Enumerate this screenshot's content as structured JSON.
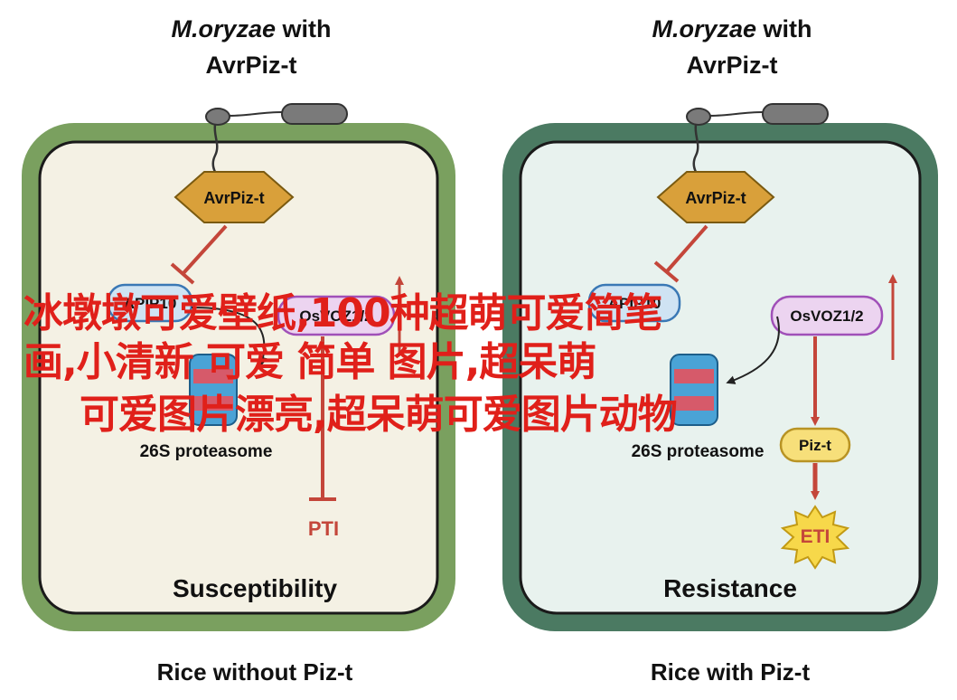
{
  "left_panel": {
    "title_line1_italic": "M.oryzae",
    "title_line1_rest": " with",
    "title_line2": "AvrPiz-t",
    "effector_label": "AvrPiz-t",
    "apip_label": "APIP10",
    "osvoz_label": "OsVOZ1/2",
    "proteasome_label": "26S proteasome",
    "pti_label": "PTI",
    "outcome_label": "Susceptibility",
    "caption": "Rice without Piz-t",
    "cell_wall_color": "#7aa05f",
    "cell_fill_color": "#f4f1e4"
  },
  "right_panel": {
    "title_line1_italic": "M.oryzae",
    "title_line1_rest": " with",
    "title_line2": "AvrPiz-t",
    "effector_label": "AvrPiz-t",
    "apip_label": "APIP10",
    "osvoz_label": "OsVOZ1/2",
    "proteasome_label": "26S proteasome",
    "piz_label": "Piz-t",
    "eti_label": "ETI",
    "outcome_label": "Resistance",
    "caption": "Rice with Piz-t",
    "cell_wall_color": "#4b7a62",
    "cell_fill_color": "#e8f2ee"
  },
  "colors": {
    "effector_fill": "#d9a03a",
    "inhibit_arrow": "#c4463a",
    "watermark": "#e0201a"
  },
  "watermark": {
    "line1": "冰墩墩可爱壁纸,100种超萌可爱简笔",
    "line2": "画,小清新 可爱 简单 图片,超呆萌",
    "line3": "可爱图片漂亮,超呆萌可爱图片动物"
  }
}
